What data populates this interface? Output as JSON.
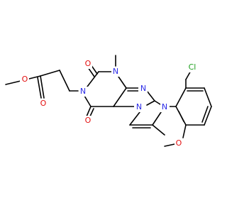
{
  "colors": {
    "bond": "#000000",
    "N": "#2B2BE8",
    "O": "#E31010",
    "Cl": "#1FA01F"
  },
  "atoms": {
    "o_ester_top": "O",
    "o_ester_link": "O",
    "o_c2": "O",
    "o_c6": "O",
    "n1": "N",
    "n3": "N",
    "n_imine": "N",
    "n_aryl": "N",
    "n_fused": "N",
    "cl": "Cl",
    "o_methoxy": "O"
  }
}
